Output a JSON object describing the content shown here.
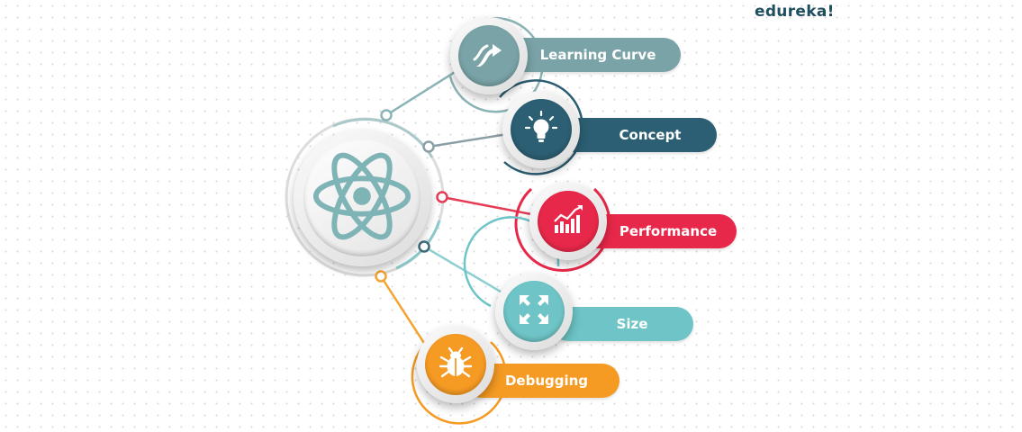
{
  "brand": "edureka!",
  "hub": {
    "icon": "react-atom-icon",
    "color": "#7fb4b6"
  },
  "items": [
    {
      "label": "Learning Curve",
      "icon": "curved-arrow-icon",
      "color": "#7aa3a7"
    },
    {
      "label": "Concept",
      "icon": "lightbulb-icon",
      "color": "#2c5f73"
    },
    {
      "label": "Performance",
      "icon": "bar-chart-icon",
      "color": "#e8284a"
    },
    {
      "label": "Size",
      "icon": "expand-arrows-icon",
      "color": "#6ec4c6"
    },
    {
      "label": "Debugging",
      "icon": "bug-icon",
      "color": "#f59a23"
    }
  ]
}
